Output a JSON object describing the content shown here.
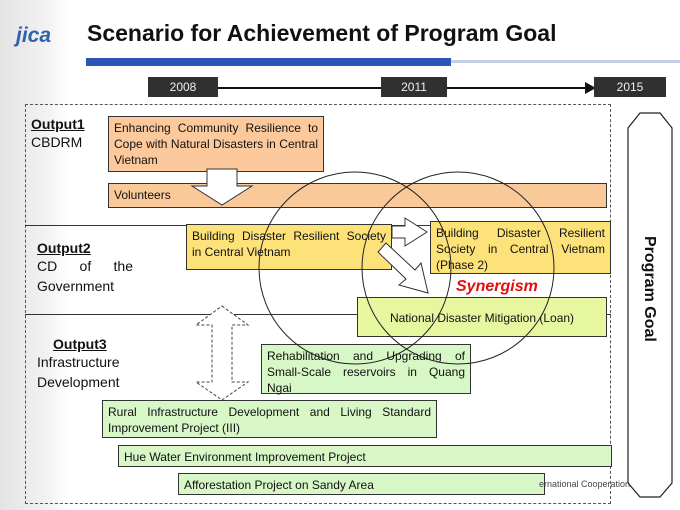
{
  "header": {
    "logo_text": "jica",
    "title": "Scenario for Achievement of Program Goal",
    "brand_color": "#2c55b8"
  },
  "timeline": {
    "years": [
      "2008",
      "2011",
      "2015"
    ]
  },
  "outputs": [
    {
      "heading": "Output1",
      "sub": "CBDRM"
    },
    {
      "heading": "Output2",
      "sub": "CD of the Government"
    },
    {
      "heading": "Output3",
      "sub": "Infrastructure Development"
    }
  ],
  "projects": {
    "enhancing": "Enhancing Community Resilience to Cope with Natural Disasters in Central Vietnam",
    "volunteers": "Volunteers",
    "building1": "Building Disaster Resilient Society in Central Vietnam",
    "building2": "Building Disaster Resilient Society in Central Vietnam (Phase 2)",
    "national": "National Disaster Mitigation (Loan)",
    "rehab": "Rehabilitation and Upgrading of Small-Scale reservoirs in Quang Ngai",
    "rural": "Rural Infrastructure Development and Living Standard Improvement Project (III)",
    "hue": "Hue Water Environment Improvement Project",
    "afforestation": "Afforestation Project on Sandy Area"
  },
  "synergism": "Synergism",
  "program_goal": "Program Goal",
  "footer": "ernational Cooperation",
  "colors": {
    "orange": "#fbc99b",
    "yellow": "#fde27a",
    "light_green": "#e7f7a0",
    "green": "#d7f7c6",
    "synergism_red": "#e01010"
  }
}
